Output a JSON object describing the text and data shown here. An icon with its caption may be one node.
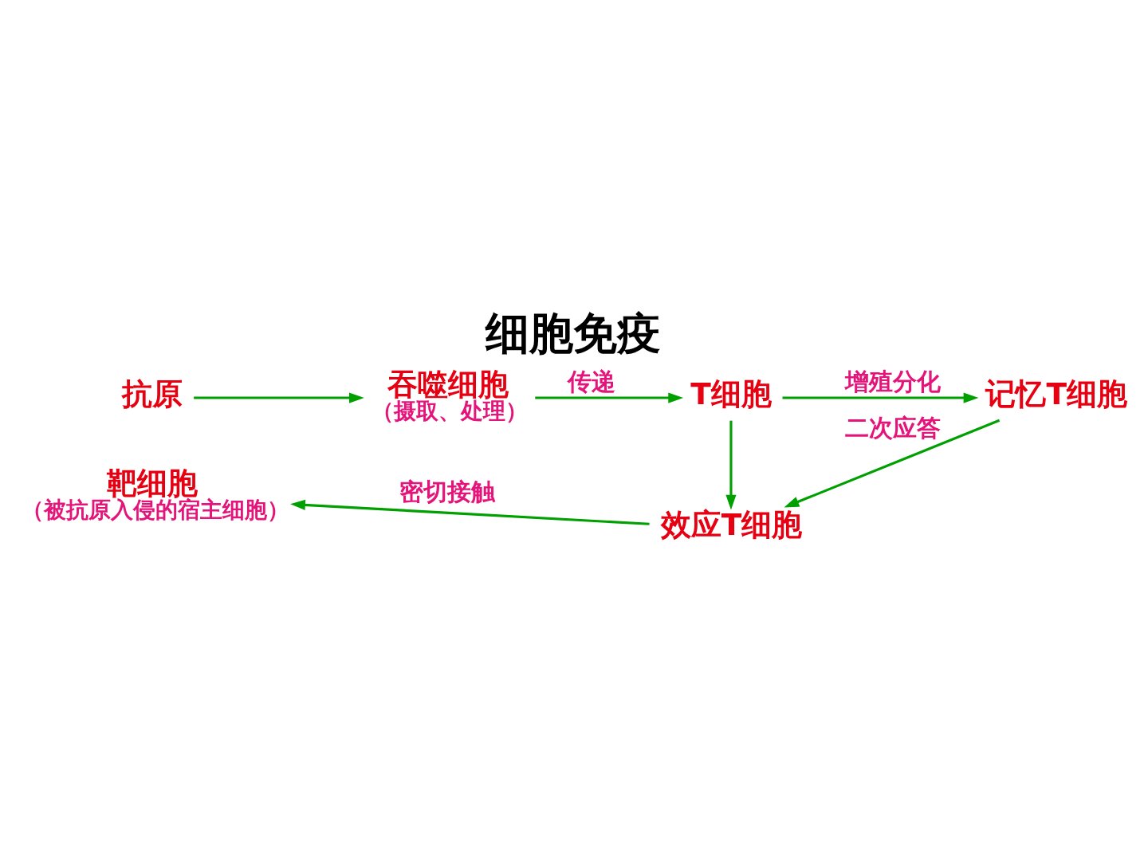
{
  "diagram": {
    "title": "细胞免疫",
    "nodes": [
      {
        "text": [
          "抗原"
        ]
      },
      {
        "text": [
          "吞噬细胞",
          "（摄取、处理）"
        ]
      },
      {
        "text": [
          "T细胞"
        ]
      },
      {
        "text": [
          "靶细胞",
          "（被抗原入侵的宿主细胞）"
        ]
      },
      {
        "text": [
          "效应T细胞"
        ]
      },
      {
        "text": [
          "记忆T细胞"
        ]
      }
    ],
    "edges": [
      {
        "from": 0,
        "to": 1,
        "arrow": "to"
      },
      {
        "from": 1,
        "to": 2,
        "arrow": "to",
        "label": "传递"
      },
      {
        "from": 2,
        "to": 4,
        "arrow": "to"
      },
      {
        "from": 2,
        "to": 5,
        "arrow": "to",
        "label": "增殖分化"
      },
      {
        "from": 5,
        "to": 4,
        "arrow": "to",
        "label": "二次应答"
      },
      {
        "from": 4,
        "to": 3,
        "arrow": "to",
        "label": "密切接触"
      }
    ]
  }
}
